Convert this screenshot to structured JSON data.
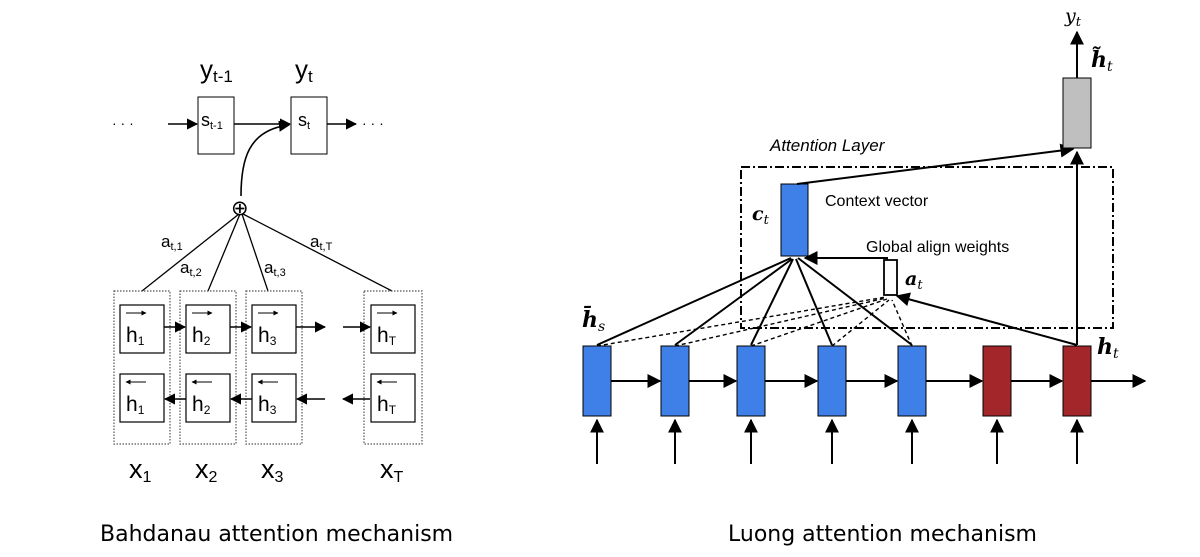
{
  "bahdanau": {
    "caption": "Bahdanau attention mechanism",
    "dots": "· · ·",
    "outputs": [
      {
        "base": "y",
        "sub": "t-1"
      },
      {
        "base": "y",
        "sub": "t"
      }
    ],
    "states": [
      {
        "base": "s",
        "sub": "t-1"
      },
      {
        "base": "s",
        "sub": "t"
      }
    ],
    "sum_symbol": "⊕",
    "weights": [
      {
        "base": "a",
        "sub": "t,1"
      },
      {
        "base": "a",
        "sub": "t,2"
      },
      {
        "base": "a",
        "sub": "t,3"
      },
      {
        "base": "a",
        "sub": "t,T"
      }
    ],
    "forward_states": [
      {
        "base": "h",
        "sub": "1"
      },
      {
        "base": "h",
        "sub": "2"
      },
      {
        "base": "h",
        "sub": "3"
      },
      {
        "base": "h",
        "sub": "T"
      }
    ],
    "backward_states": [
      {
        "base": "h",
        "sub": "1"
      },
      {
        "base": "h",
        "sub": "2"
      },
      {
        "base": "h",
        "sub": "3"
      },
      {
        "base": "h",
        "sub": "T"
      }
    ],
    "inputs": [
      {
        "base": "x",
        "sub": "1"
      },
      {
        "base": "x",
        "sub": "2"
      },
      {
        "base": "x",
        "sub": "3"
      },
      {
        "base": "x",
        "sub": "T"
      }
    ]
  },
  "luong": {
    "caption": "Luong attention mechanism",
    "attention_layer": "Attention Layer",
    "context_vector": "Context vector",
    "global_align_weights": "Global align weights",
    "y_label": {
      "base": "y",
      "sub": "t"
    },
    "h_tilde": {
      "base": "h̃",
      "sub": "t"
    },
    "c_label": {
      "base": "c",
      "sub": "t"
    },
    "a_label": {
      "base": "a",
      "sub": "t"
    },
    "hs_label": {
      "base": "h̄",
      "sub": "s"
    },
    "ht_label": {
      "base": "h",
      "sub": "t"
    },
    "colors": {
      "encoder": "#3f7fe8",
      "decoder": "#a3272a",
      "output": "#bfbfbf"
    }
  }
}
